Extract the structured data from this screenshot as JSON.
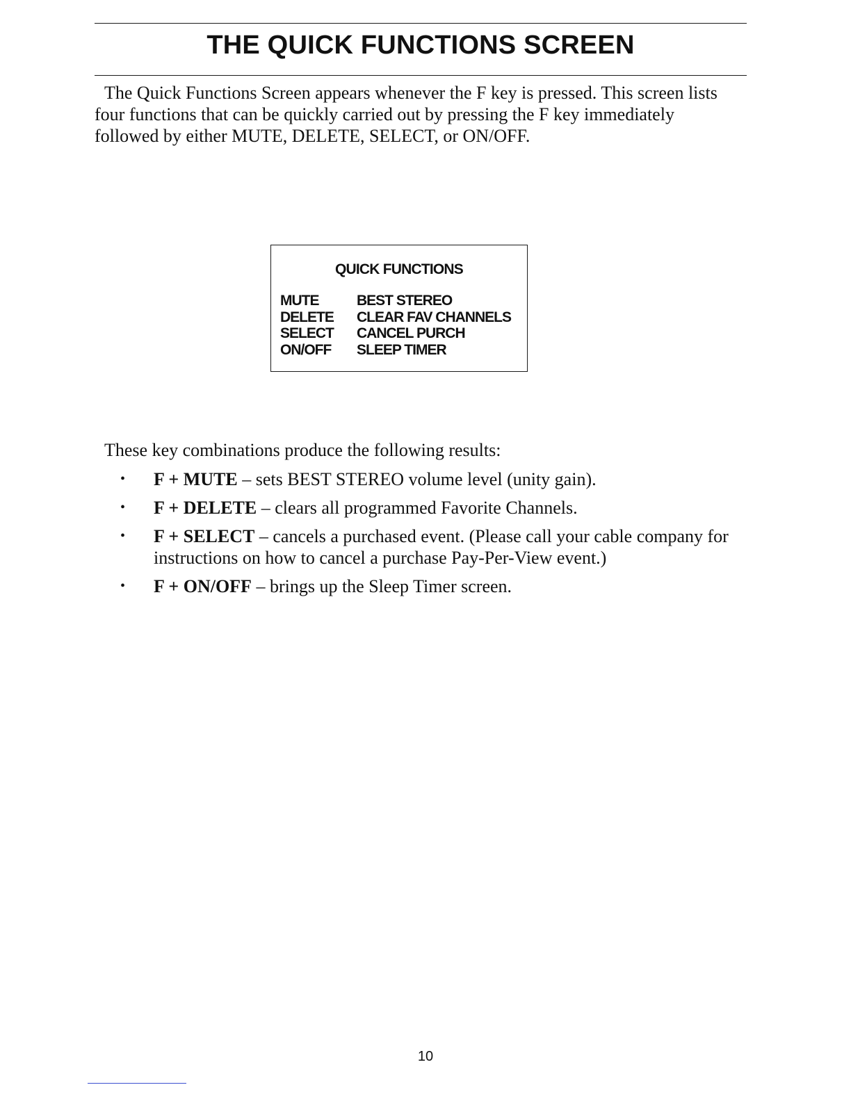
{
  "title": "THE QUICK FUNCTIONS SCREEN",
  "intro": "The Quick Functions Screen appears whenever the F key is pressed. This screen lists four functions that can be quickly carried out by pressing the F key immediately followed by either MUTE, DELETE, SELECT, or ON/OFF.",
  "quick_functions_screen": {
    "title": "QUICK FUNCTIONS",
    "rows": [
      {
        "key": "MUTE",
        "function": "BEST STEREO"
      },
      {
        "key": "DELETE",
        "function": "CLEAR FAV CHANNELS"
      },
      {
        "key": "SELECT",
        "function": "CANCEL PURCH"
      },
      {
        "key": "ON/OFF",
        "function": "SLEEP TIMER"
      }
    ]
  },
  "results_lead": "These key combinations produce the following results:",
  "results": [
    {
      "combo": "F + MUTE",
      "description": " – sets BEST STEREO volume level (unity gain)."
    },
    {
      "combo": "F + DELETE",
      "description": " – clears all programmed Favorite Channels."
    },
    {
      "combo": "F + SELECT",
      "description": " – cancels a purchased event. (Please call your cable company for instructions on how to cancel a purchase Pay-Per-View event.)"
    },
    {
      "combo": "F + ON/OFF",
      "description": " – brings up the Sleep Timer screen."
    }
  ],
  "bullet_glyph": "•",
  "page_number": "10"
}
